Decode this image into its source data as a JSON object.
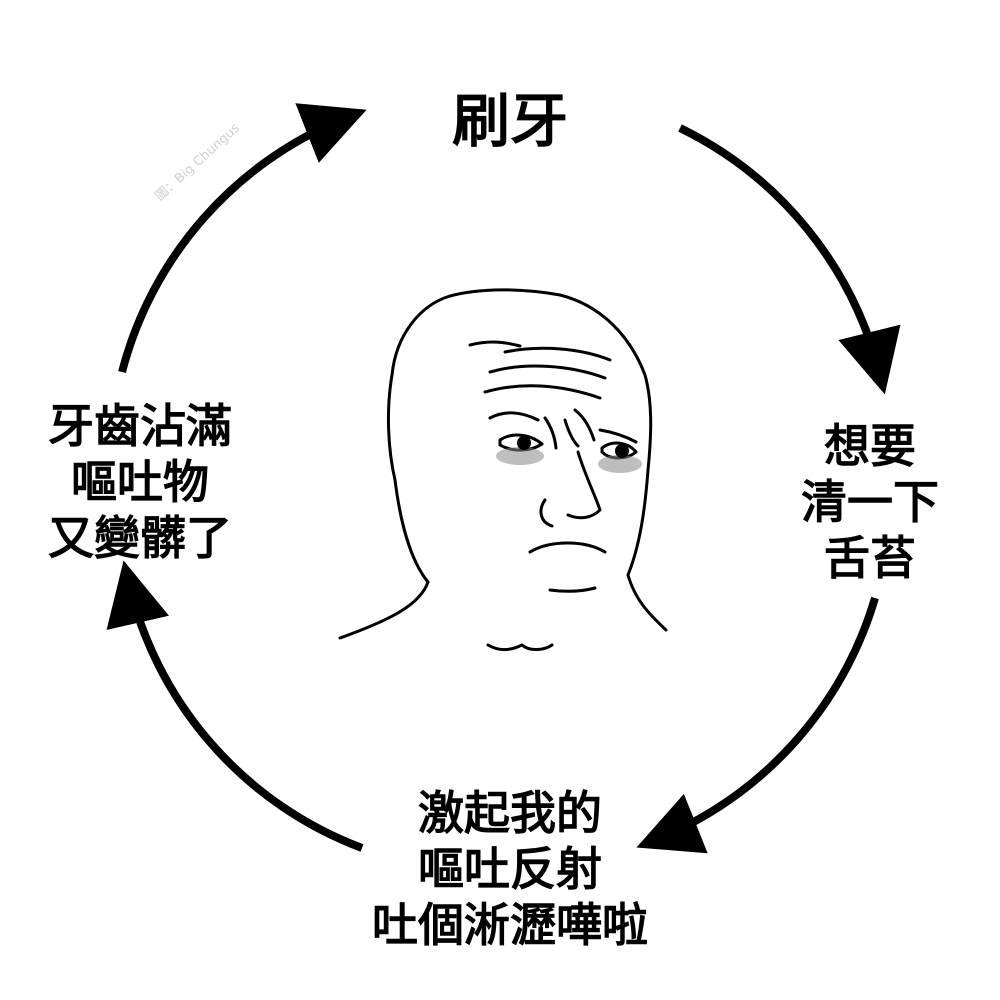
{
  "cycle": {
    "steps": [
      {
        "lines": [
          "刷牙"
        ]
      },
      {
        "lines": [
          "想要",
          "清一下",
          "舌苔"
        ]
      },
      {
        "lines": [
          "激起我的",
          "嘔吐反射",
          "吐個淅瀝嘩啦"
        ]
      },
      {
        "lines": [
          "牙齒沾滿",
          "嘔吐物",
          "又變髒了"
        ]
      }
    ]
  },
  "watermark": {
    "text": "圖：Big Chungus"
  },
  "colors": {
    "ink": "#000000",
    "background": "#ffffff",
    "eye_shadow": "#8a8a8a"
  }
}
